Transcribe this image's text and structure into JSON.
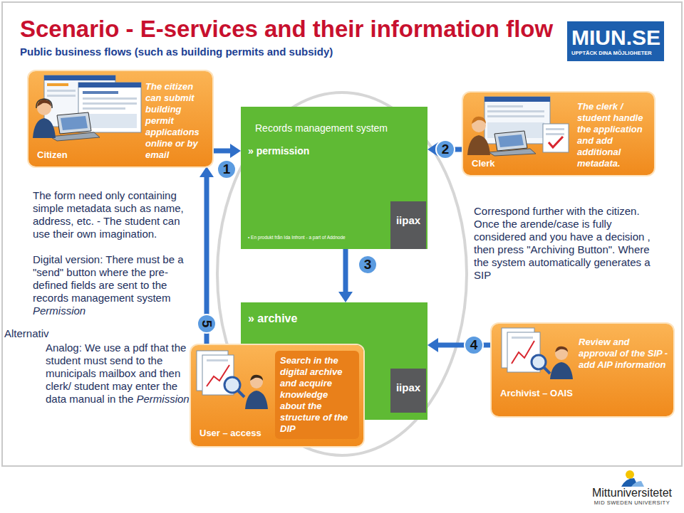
{
  "diagram": {
    "title": "Scenario - E-services and their information flow",
    "nodes": [
      {
        "text": [
          "Citizen",
          "The citizen can submit building permit applications online or by email"
        ]
      },
      {
        "text": [
          "Records management system",
          "» permission",
          "• En produkt från Ida Infront - a part of Addnode"
        ]
      },
      {
        "text": [
          "Clerk",
          "The clerk / student handle the application and add additional metadata."
        ]
      },
      {
        "text": [
          "» archive"
        ]
      },
      {
        "text": [
          "Archivist – OAIS",
          "Review and approval of the SIP - add AIP information"
        ]
      },
      {
        "text": [
          "User – access",
          "Search in the digital archive and acquire knowledge about the structure of the DIP"
        ]
      }
    ],
    "edges": [
      {
        "from": 0,
        "to": 1,
        "arrow": "to",
        "label": "1"
      },
      {
        "from": 2,
        "to": 1,
        "arrow": "to",
        "label": "2"
      },
      {
        "from": 1,
        "to": 3,
        "arrow": "to",
        "label": "3"
      },
      {
        "from": 4,
        "to": 3,
        "arrow": "to",
        "label": "4"
      },
      {
        "from": 5,
        "to": 0,
        "arrow": "to",
        "label": "5"
      }
    ],
    "labels": [
      "Public business flows (such as building permits and subsidy)",
      "MIUN.SE",
      "UPPTÄCK DINA MÖJLIGHETER",
      "The form need only containing simple metadata such as name, address, etc. - The student can use their own imagination.",
      "Digital version: There must be a \"send\" button where the pre-defined fields are sent to the records management system",
      "Permission",
      "Alternativ",
      "Analog: We use a pdf that the student must send to the municipals mailbox and then clerk/ student may enter the data manual in the",
      "Permission",
      "Correspond further with the citizen. Once the arende/case is fully considered and you have a decision , then press \"Archiving Button\". Where the system automatically generates a SIP",
      "iipax",
      "iipax",
      "Mittuniversitetet",
      "MID SWEDEN UNIVERSITY"
    ]
  }
}
